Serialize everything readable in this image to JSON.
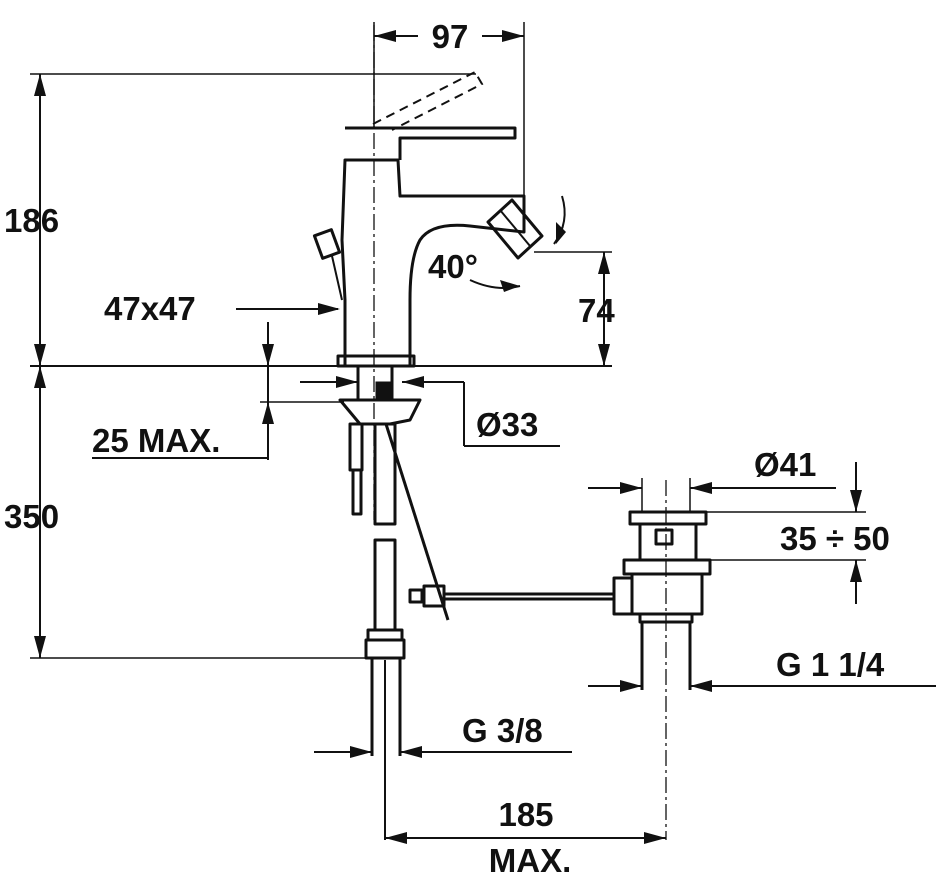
{
  "dimensions": {
    "faucet_width": "97",
    "total_height": "186",
    "spout_height": "74",
    "spout_angle": "40°",
    "base_size": "47x47",
    "counter_thickness": "25 MAX.",
    "hole_diameter": "Ø33",
    "below_counter": "350",
    "waste_diameter": "Ø41",
    "waste_range": "35 ÷ 50",
    "waste_thread": "G 1 1/4",
    "supply_thread": "G 3/8",
    "rod_length_value": "185",
    "rod_length_suffix": "MAX."
  },
  "colors": {
    "ink": "#111111",
    "paper": "#ffffff"
  }
}
